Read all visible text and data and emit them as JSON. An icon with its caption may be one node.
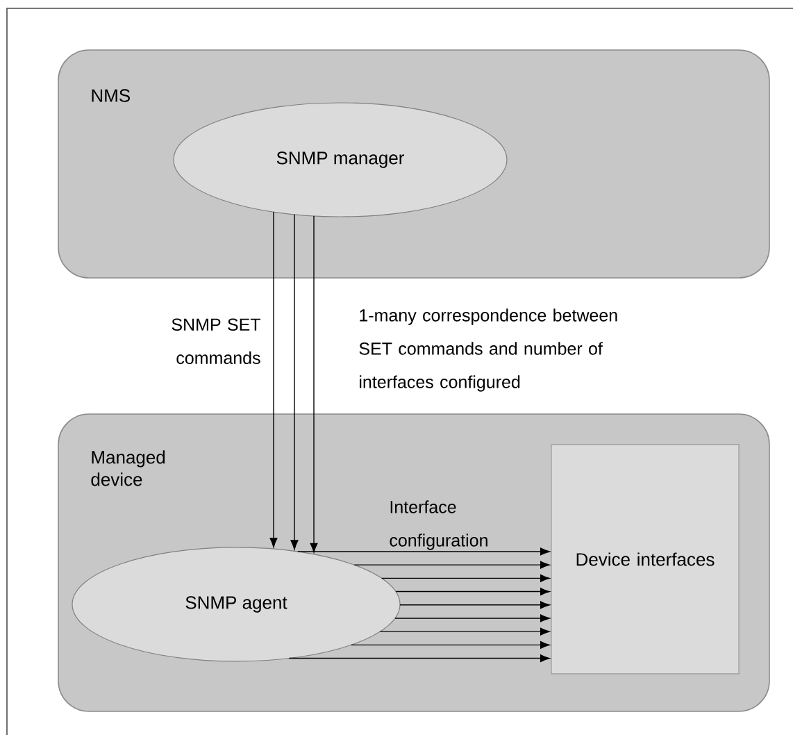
{
  "diagram": {
    "nodes": [
      {
        "text": [
          "NMS"
        ]
      },
      {
        "text": [
          "SNMP manager"
        ],
        "in": 0
      },
      {
        "text": [
          "Managed device"
        ]
      },
      {
        "text": [
          "SNMP agent"
        ],
        "in": 2
      },
      {
        "text": [
          "Device interfaces"
        ],
        "in": 2
      }
    ],
    "edges": [
      {
        "from": 1,
        "to": 3,
        "arrow": "to"
      },
      {
        "from": 1,
        "to": 3,
        "arrow": "to"
      },
      {
        "from": 1,
        "to": 3,
        "arrow": "to"
      },
      {
        "from": 3,
        "to": 4,
        "arrow": "to"
      },
      {
        "from": 3,
        "to": 4,
        "arrow": "to"
      },
      {
        "from": 3,
        "to": 4,
        "arrow": "to"
      },
      {
        "from": 3,
        "to": 4,
        "arrow": "to"
      },
      {
        "from": 3,
        "to": 4,
        "arrow": "to"
      },
      {
        "from": 3,
        "to": 4,
        "arrow": "to"
      },
      {
        "from": 3,
        "to": 4,
        "arrow": "to"
      },
      {
        "from": 3,
        "to": 4,
        "arrow": "to"
      },
      {
        "from": 3,
        "to": 4,
        "arrow": "to"
      }
    ],
    "labels": [
      "SNMP SET commands",
      "1-many correspondence between SET commands and number of interfaces configured",
      "Interface configuration"
    ]
  }
}
